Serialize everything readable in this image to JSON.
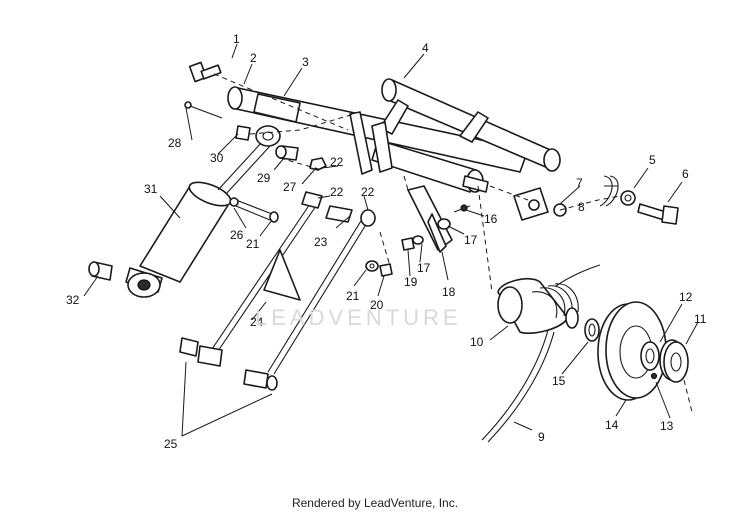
{
  "diagram": {
    "callouts": [
      "1",
      "2",
      "3",
      "4",
      "5",
      "6",
      "7",
      "8",
      "9",
      "10",
      "11",
      "12",
      "13",
      "14",
      "15",
      "16",
      "17",
      "17",
      "18",
      "19",
      "20",
      "21",
      "21",
      "22",
      "22",
      "22",
      "23",
      "24",
      "25",
      "26",
      "27",
      "28",
      "29",
      "30",
      "31",
      "32"
    ]
  },
  "watermark": "LEADVENTURE",
  "footer": "Rendered by LeadVenture, Inc."
}
